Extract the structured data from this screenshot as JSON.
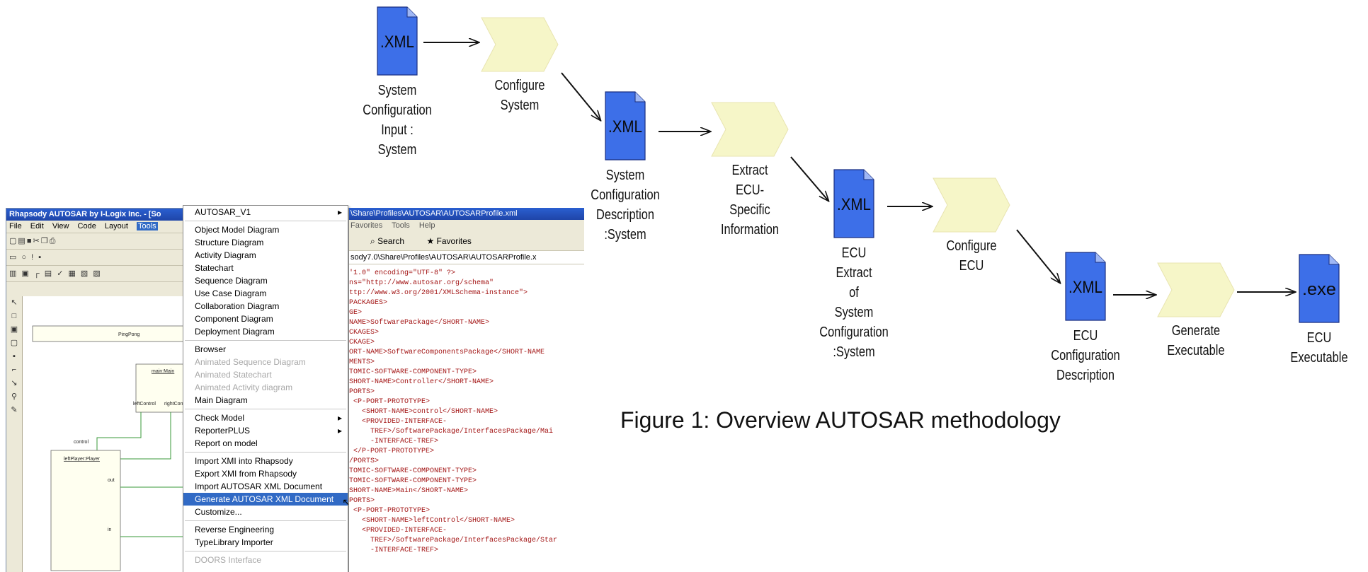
{
  "diagram": {
    "caption": "Figure 1: Overview AUTOSAR methodology",
    "nodes": [
      {
        "id": "doc1",
        "kind": "document",
        "text": ".XML",
        "label": "System\nConfiguration\nInput :\nSystem"
      },
      {
        "id": "act1",
        "kind": "activity",
        "label": "Configure\nSystem"
      },
      {
        "id": "doc2",
        "kind": "document",
        "text": ".XML",
        "label": "System\nConfiguration\nDescription\n:System"
      },
      {
        "id": "act2",
        "kind": "activity",
        "label": "Extract\nECU-\nSpecific\nInformation"
      },
      {
        "id": "doc3",
        "kind": "document",
        "text": ".XML",
        "label": "ECU\nExtract\nof\nSystem\nConfiguration\n:System"
      },
      {
        "id": "act3",
        "kind": "activity",
        "label": "Configure\nECU"
      },
      {
        "id": "doc4",
        "kind": "document",
        "text": ".XML",
        "label": "ECU\nConfiguration\nDescription"
      },
      {
        "id": "act4",
        "kind": "activity",
        "label": "Generate\nExecutable"
      },
      {
        "id": "doc5",
        "kind": "document",
        "text": ".exe",
        "label": "ECU\nExecutable"
      }
    ],
    "edges": [
      {
        "from": "doc1",
        "to": "act1"
      },
      {
        "from": "act1",
        "to": "doc2"
      },
      {
        "from": "doc2",
        "to": "act2"
      },
      {
        "from": "act2",
        "to": "doc3"
      },
      {
        "from": "doc3",
        "to": "act3"
      },
      {
        "from": "act3",
        "to": "doc4"
      },
      {
        "from": "doc4",
        "to": "act4"
      },
      {
        "from": "act4",
        "to": "doc5"
      }
    ],
    "colors": {
      "document": "#3d6fe8",
      "activity": "#f6f6c8",
      "edge": "#111111"
    }
  },
  "screenshot": {
    "app": {
      "title": "Rhapsody AUTOSAR by I-Logix Inc. - [So",
      "menu": [
        "File",
        "Edit",
        "View",
        "Code",
        "Layout",
        "Tools"
      ],
      "canvas_labels": [
        "PingPong",
        "main:Main",
        "leftControl",
        "rightCon",
        "control",
        "leftPlayer:Player",
        "out",
        "in"
      ]
    },
    "tools_menu": {
      "items": [
        {
          "label": "AUTOSAR_V1",
          "submenu": true
        },
        {
          "sep": true
        },
        {
          "label": "Object Model Diagram"
        },
        {
          "label": "Structure Diagram"
        },
        {
          "label": "Activity Diagram"
        },
        {
          "label": "Statechart"
        },
        {
          "label": "Sequence Diagram"
        },
        {
          "label": "Use Case Diagram"
        },
        {
          "label": "Collaboration Diagram"
        },
        {
          "label": "Component Diagram"
        },
        {
          "label": "Deployment Diagram"
        },
        {
          "sep": true
        },
        {
          "label": "Browser"
        },
        {
          "label": "Animated Sequence Diagram",
          "disabled": true
        },
        {
          "label": "Animated Statechart",
          "disabled": true
        },
        {
          "label": "Animated Activity diagram",
          "disabled": true
        },
        {
          "label": "Main Diagram"
        },
        {
          "sep": true
        },
        {
          "label": "Check Model",
          "submenu": true
        },
        {
          "label": "ReporterPLUS",
          "submenu": true
        },
        {
          "label": "Report on model"
        },
        {
          "sep": true
        },
        {
          "label": "Import XMI into Rhapsody"
        },
        {
          "label": "Export XMI from Rhapsody"
        },
        {
          "label": "Import AUTOSAR XML Document"
        },
        {
          "label": "Generate AUTOSAR XML Document",
          "highlighted": true
        },
        {
          "label": "Customize..."
        },
        {
          "sep": true
        },
        {
          "label": "Reverse Engineering"
        },
        {
          "label": "TypeLibrary Importer"
        },
        {
          "sep": true
        },
        {
          "label": "DOORS Interface",
          "disabled": true
        }
      ]
    },
    "xml_window": {
      "title": "\\Share\\Profiles\\AUTOSAR\\AUTOSARProfile.xml",
      "menu": [
        "Favorites",
        "Tools",
        "Help"
      ],
      "toolbar": [
        "Search",
        "Favorites"
      ],
      "address": "sody7.0\\Share\\Profiles\\AUTOSAR\\AUTOSARProfile.x",
      "lines": [
        "'1.0\" encoding=\"UTF-8\" ?>",
        "ns=\"http://www.autosar.org/schema\"",
        "ttp://www.w3.org/2001/XMLSchema-instance\">",
        "PACKAGES>",
        "GE>",
        "NAME>SoftwarePackage</SHORT-NAME>",
        "CKAGES>",
        "CKAGE>",
        "ORT-NAME>SoftwareComponentsPackage</SHORT-NAME",
        "MENTS>",
        "TOMIC-SOFTWARE-COMPONENT-TYPE>",
        "SHORT-NAME>Controller</SHORT-NAME>",
        "PORTS>",
        " <P-PORT-PROTOTYPE>",
        "   <SHORT-NAME>control</SHORT-NAME>",
        "   <PROVIDED-INTERFACE-",
        "     TREF>/SoftwarePackage/InterfacesPackage/Mai",
        "     -INTERFACE-TREF>",
        " </P-PORT-PROTOTYPE>",
        "/PORTS>",
        "TOMIC-SOFTWARE-COMPONENT-TYPE>",
        "TOMIC-SOFTWARE-COMPONENT-TYPE>",
        "SHORT-NAME>Main</SHORT-NAME>",
        "PORTS>",
        " <P-PORT-PROTOTYPE>",
        "   <SHORT-NAME>leftControl</SHORT-NAME>",
        "   <PROVIDED-INTERFACE-",
        "     TREF>/SoftwarePackage/InterfacesPackage/Star",
        "     -INTERFACE-TREF>"
      ]
    }
  }
}
